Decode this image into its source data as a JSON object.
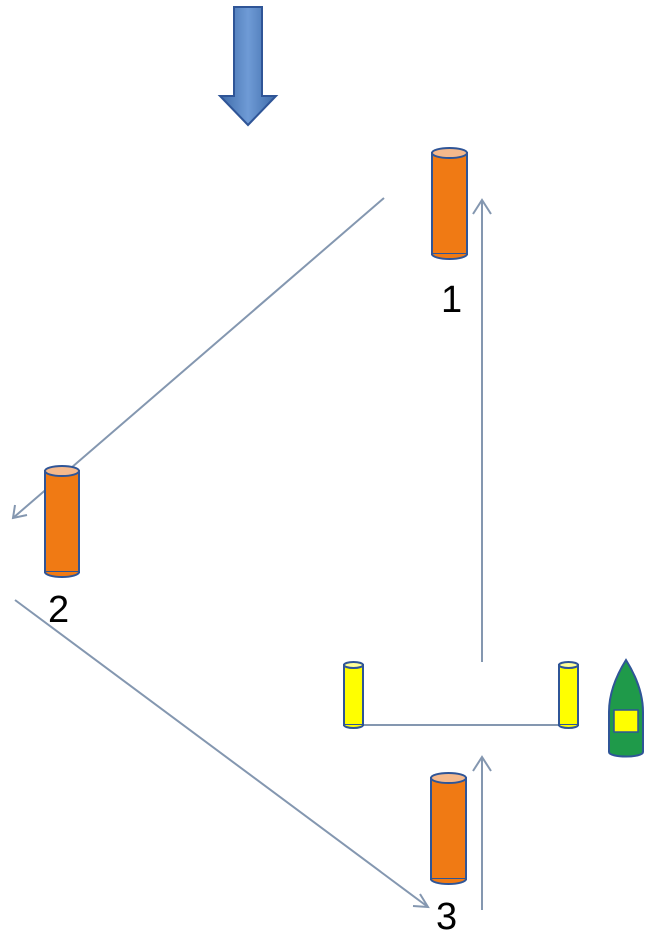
{
  "diagram": {
    "wind_arrow": {
      "icon": "down-arrow-icon",
      "color": "#4a77b4"
    },
    "marks": [
      {
        "id": "mark-1",
        "label": "1",
        "color": "#f07a14"
      },
      {
        "id": "mark-2",
        "label": "2",
        "color": "#f07a14"
      },
      {
        "id": "mark-3",
        "label": "3",
        "color": "#f07a14"
      }
    ],
    "start_line": {
      "pin_color": "#ffff00",
      "committee_boat": {
        "icon": "committee-boat-icon",
        "hull_color": "#1f9a4a",
        "flag_color": "#ffff00"
      }
    },
    "course_line_color": "#8497b0"
  }
}
